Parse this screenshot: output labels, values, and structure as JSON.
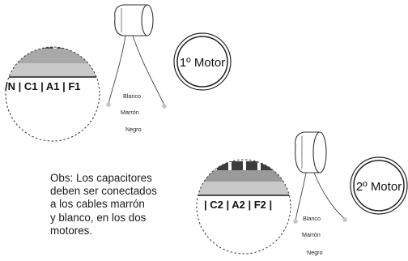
{
  "motor1": {
    "label": "1º Motor",
    "terminals": "/N | C1 | A1 | F1",
    "wires": [
      "Blanco",
      "Marrón",
      "Negro"
    ]
  },
  "motor2": {
    "label": "2º Motor",
    "terminals": "| C2 | A2 | F2 |",
    "wires": [
      "Blanco",
      "Marrón",
      "Negro"
    ]
  },
  "note": {
    "text": "Obs: Los capacitores\ndeben ser conectados\na los cables marrón\ny blanco, en los dos\nmotores."
  }
}
